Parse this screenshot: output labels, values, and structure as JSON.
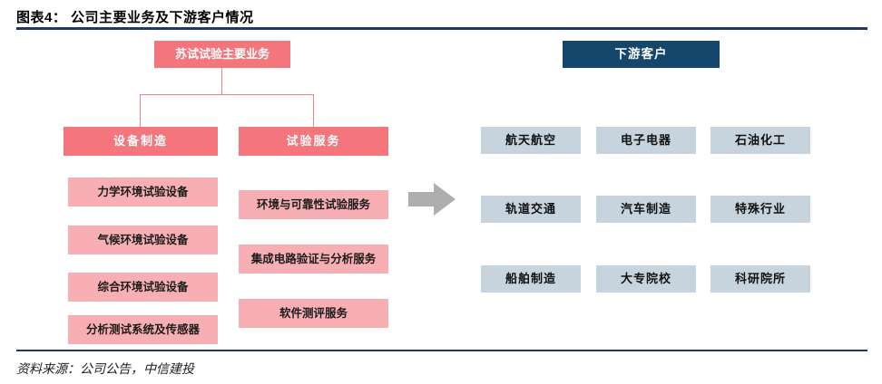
{
  "header": {
    "title": "图表4：  公司主要业务及下游客户情况"
  },
  "left_tree": {
    "root": "苏试试验主要业务",
    "branches": [
      {
        "label": "设备制造",
        "children": [
          "力学环境试验设备",
          "气候环境试验设备",
          "综合环境试验设备",
          "分析测试系统及传感器"
        ]
      },
      {
        "label": "试验服务",
        "children": [
          "环境与可靠性试验服务",
          "集成电路验证与分析服务",
          "软件测评服务"
        ]
      }
    ]
  },
  "arrow": {
    "icon": "right-block-arrow"
  },
  "right_panel": {
    "title": "下游客户",
    "customers": [
      [
        "航天航空",
        "电子电器",
        "石油化工"
      ],
      [
        "轨道交通",
        "汽车制造",
        "特殊行业"
      ],
      [
        "船舶制造",
        "大专院校",
        "科研院所"
      ]
    ]
  },
  "footer": {
    "source": "资料来源：公司公告，中信建投"
  },
  "colors": {
    "navy-line": "#1F3864",
    "navy-box": "#15476D",
    "pink-dark": "#F4757C",
    "pink-light": "#F7AFB3",
    "pink-line": "#EE858B",
    "blue-box": "#C7D4DE",
    "arrow-gray": "#AEAEAE",
    "leaf-text": "#1C1C1C"
  }
}
